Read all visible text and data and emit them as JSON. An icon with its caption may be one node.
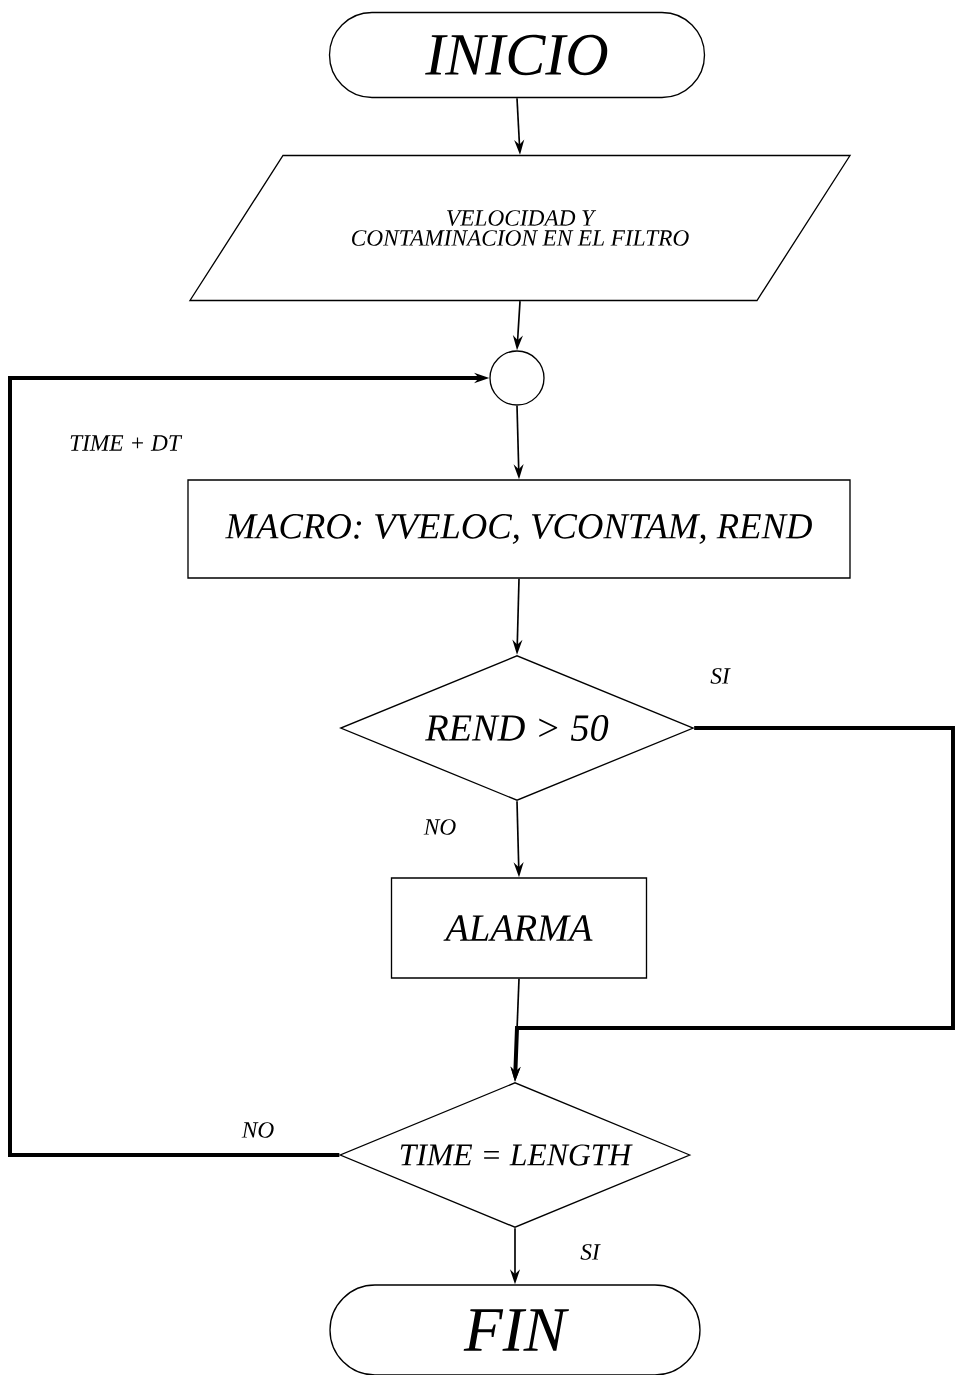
{
  "diagram": {
    "nodes": [
      {
        "text": [
          "INICIO"
        ]
      },
      {
        "text": [
          "VELOCIDAD Y CONTAMINACION EN EL FILTRO"
        ]
      },
      {
        "text": [],
        "shape": "circle"
      },
      {
        "text": [
          "MACRO: VVELOC, VCONTAM, REND"
        ]
      },
      {
        "text": [
          "REND > 50"
        ]
      },
      {
        "text": [
          "ALARMA"
        ]
      },
      {
        "text": [
          "TIME = LENGTH"
        ]
      },
      {
        "text": [
          "FIN"
        ]
      }
    ],
    "edges": [
      {
        "from": 0,
        "to": 1,
        "arrow": "to"
      },
      {
        "from": 1,
        "to": 2,
        "arrow": "to"
      },
      {
        "from": 2,
        "to": 3,
        "arrow": "to"
      },
      {
        "from": 3,
        "to": 4,
        "arrow": "to"
      },
      {
        "from": 4,
        "to": 5,
        "arrow": "to",
        "label": "NO"
      },
      {
        "from": 4,
        "to": 6,
        "arrow": "to",
        "label": "SI",
        "style": "thick"
      },
      {
        "from": 5,
        "to": 6,
        "arrow": "to"
      },
      {
        "from": 6,
        "to": 2,
        "arrow": "to",
        "label": "NO",
        "style": "thick"
      },
      {
        "from": 6,
        "to": 7,
        "arrow": "to",
        "label": "SI"
      }
    ],
    "labels": [
      "TIME + DT"
    ]
  }
}
